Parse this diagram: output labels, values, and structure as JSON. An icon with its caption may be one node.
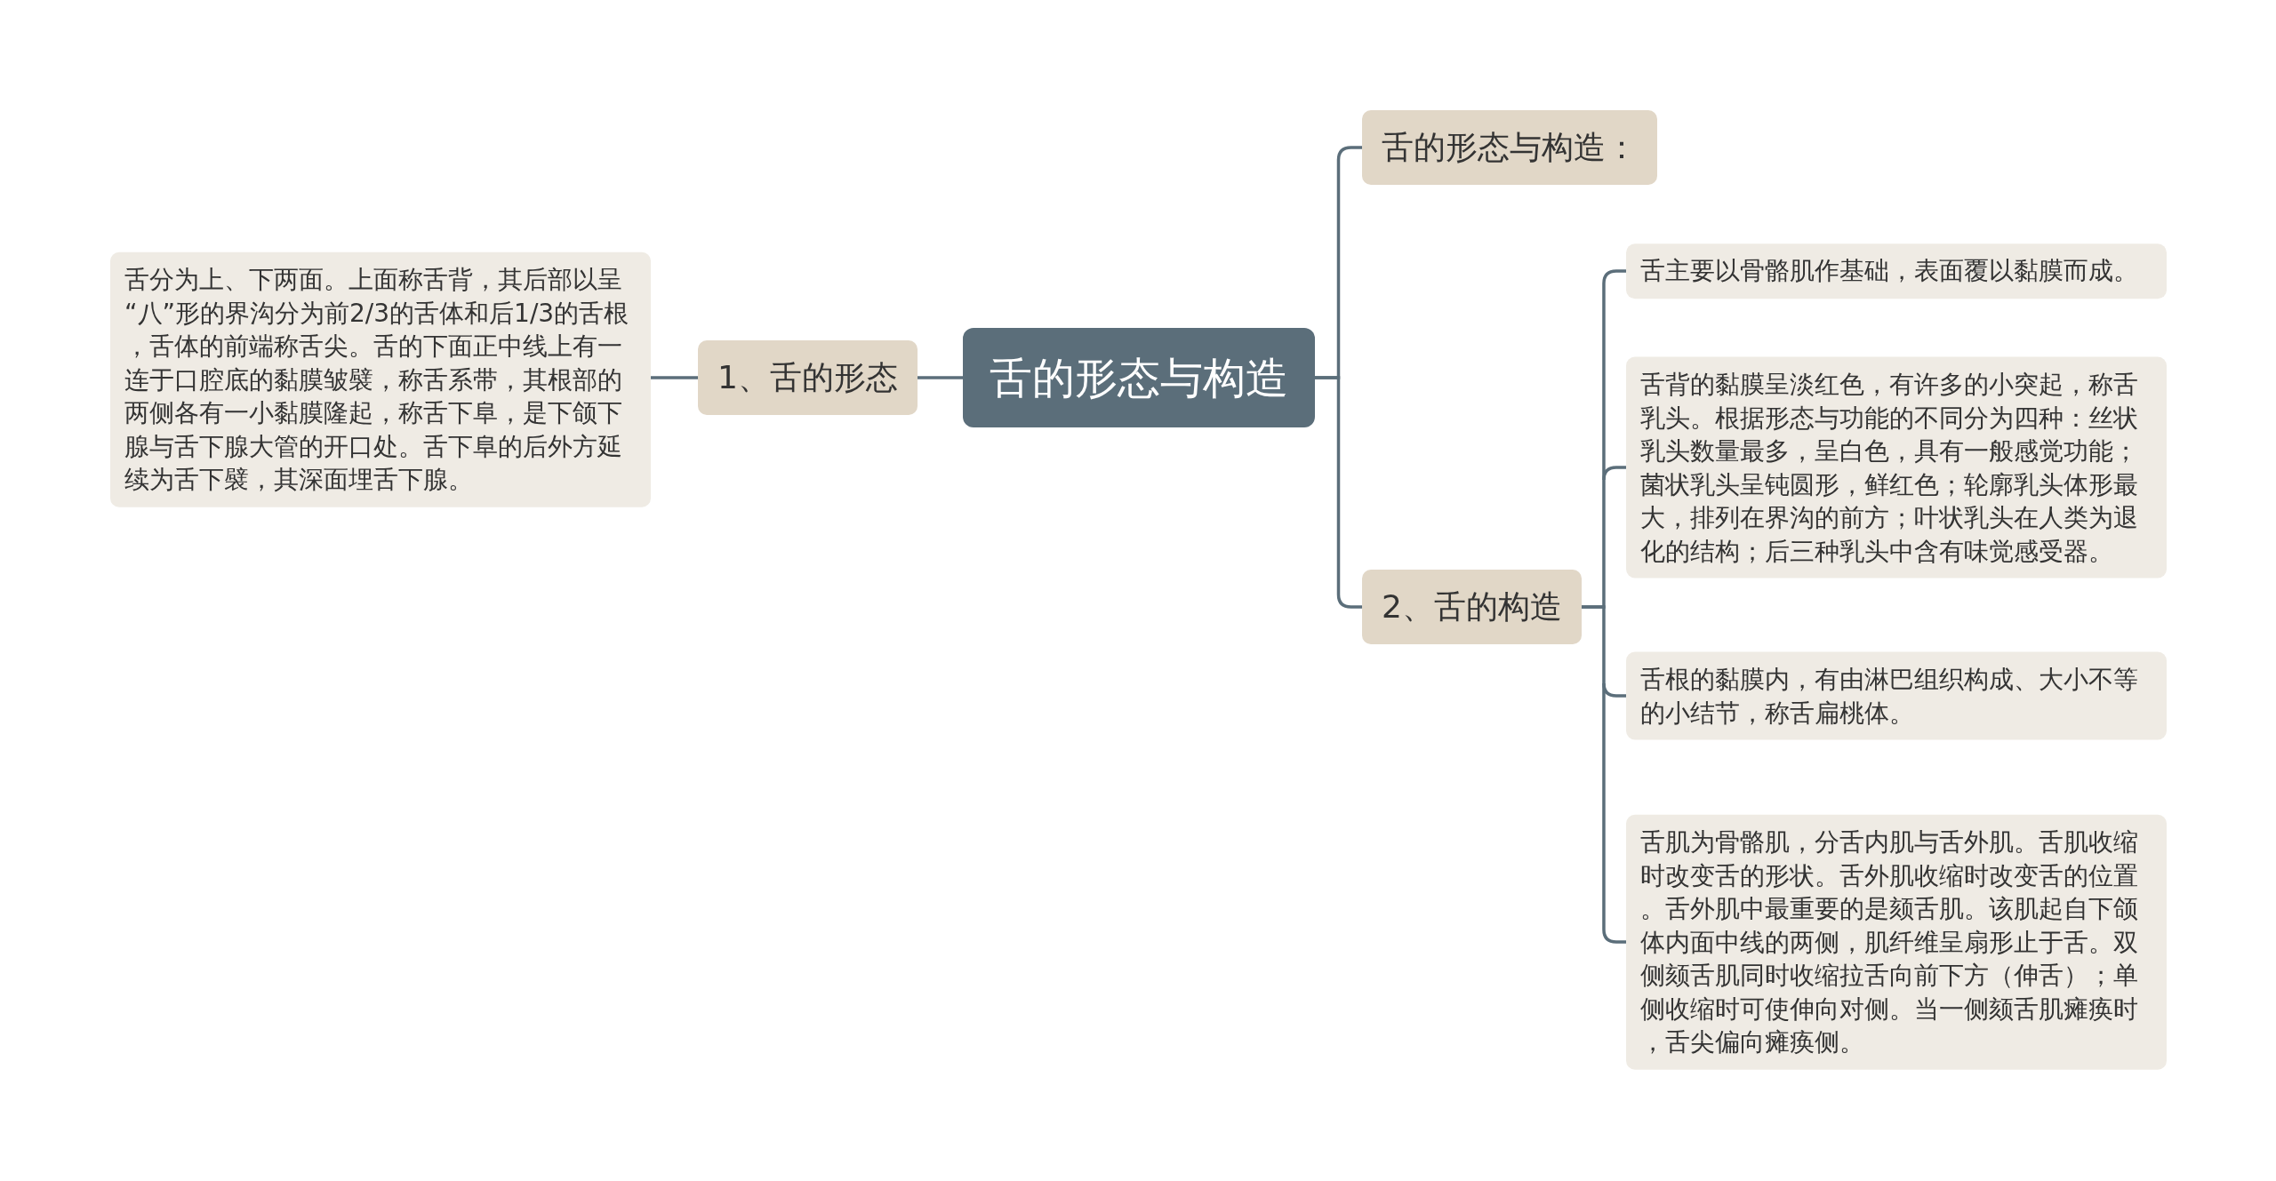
{
  "diagram": {
    "nodes": [
      {
        "text": [
          "舌的形态与构造"
        ]
      },
      {
        "text": [
          "1、舌的形态"
        ]
      },
      {
        "text": [
          "舌分为上、下两面。上面称舌背，其后部以呈“八”形的界沟分为前2/3的舌体和后1/3的舌根，舌体的前端称舌尖。舌的下面正中线上有一连于口腔底的黏膜皱襞，称舌系带，其根部的两侧各有一小黏膜隆起，称舌下阜，是下颌下腺与舌下腺大管的开口处。舌下阜的后外方延续为舌下襞，其深面埋舌下腺。"
        ]
      },
      {
        "text": [
          "舌的形态与构造："
        ]
      },
      {
        "text": [
          "2、舌的构造"
        ]
      },
      {
        "text": [
          "舌主要以骨骼肌作基础，表面覆以黏膜而成。"
        ]
      },
      {
        "text": [
          "舌背的黏膜呈淡红色，有许多的小突起，称舌乳头。根据形态与功能的不同分为四种：丝状乳头数量最多，呈白色，具有一般感觉功能；菌状乳头呈钝圆形，鲜红色；轮廓乳头体形最大，排列在界沟的前方；叶状乳头在人类为退化的结构；后三种乳头中含有味觉感受器。"
        ]
      },
      {
        "text": [
          "舌根的黏膜内，有由淋巴组织构成、大小不等的小结节，称舌扁桃体。"
        ]
      },
      {
        "text": [
          "舌肌为骨骼肌，分舌内肌与舌外肌。舌肌收缩时改变舌的形状。舌外肌收缩时改变舌的位置。舌外肌中最重要的是颏舌肌。该肌起自下颌体内面中线的两侧，肌纤维呈扇形止于舌。双侧颏舌肌同时收缩拉舌向前下方（伸舌）；单侧收缩时可使伸向对侧。当一侧颏舌肌瘫痪时，舌尖偏向瘫痪侧。"
        ]
      }
    ],
    "edges": [
      {
        "from": 0,
        "to": 1,
        "arrow": "none"
      },
      {
        "from": 1,
        "to": 2,
        "arrow": "none"
      },
      {
        "from": 0,
        "to": 3,
        "arrow": "none"
      },
      {
        "from": 0,
        "to": 4,
        "arrow": "none"
      },
      {
        "from": 4,
        "to": 5,
        "arrow": "none"
      },
      {
        "from": 4,
        "to": 6,
        "arrow": "none"
      },
      {
        "from": 4,
        "to": 7,
        "arrow": "none"
      },
      {
        "from": 4,
        "to": 8,
        "arrow": "none"
      }
    ]
  }
}
